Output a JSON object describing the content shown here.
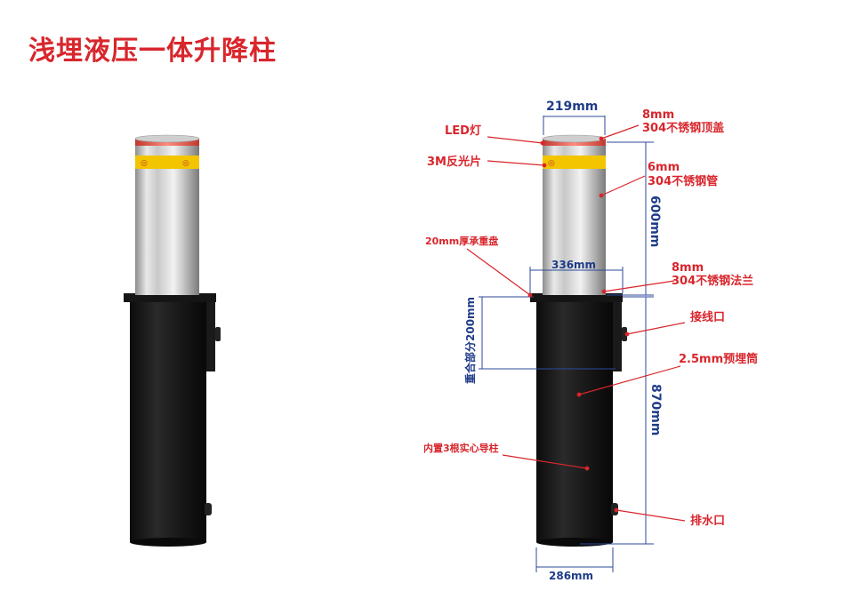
{
  "title": "浅埋液压一体升降柱",
  "colors": {
    "title": "#d8262c",
    "label": "#d8262c",
    "dimension": "#1f3c88",
    "body": "#1b1b1b",
    "steel": "#bdbdbd",
    "band": "#f2c500"
  },
  "labels": {
    "led": "LED灯",
    "reflector": "3M反光片",
    "top_cap_thickness": "8mm",
    "top_cap_material": "304不锈钢顶盖",
    "tube_thickness": "6mm",
    "tube_material": "304不锈钢管",
    "bearing_plate": "20mm厚承重盘",
    "flange_thickness": "8mm",
    "flange_material": "304不锈钢法兰",
    "cable_port": "接线口",
    "embedded_tube": "2.5mm预埋筒",
    "guide_posts": "内置3根实心导柱",
    "drain_port": "排水口"
  },
  "dimensions": {
    "column_diameter": "219mm",
    "column_height": "600mm",
    "flange_width": "336mm",
    "overlap": "重合部分200mm",
    "embed_height": "870mm",
    "embed_diameter": "286mm"
  }
}
